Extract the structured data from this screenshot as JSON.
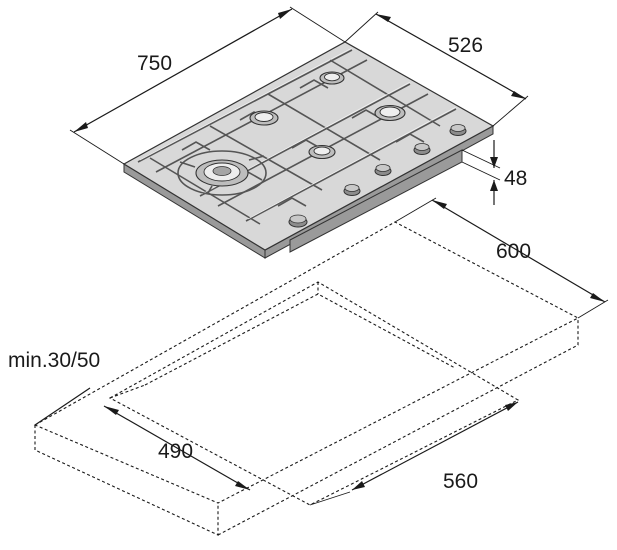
{
  "dimensions": {
    "hob_width": "750",
    "hob_depth": "526",
    "hob_height": "48",
    "cutout_depth_outer": "600",
    "countertop_thickness": "min.30/50",
    "cutout_depth": "490",
    "cutout_width": "560"
  },
  "colors": {
    "ink": "#1a1a1a",
    "hob_surface": "#d8d8d8",
    "hob_edge": "#9a9a9a"
  }
}
